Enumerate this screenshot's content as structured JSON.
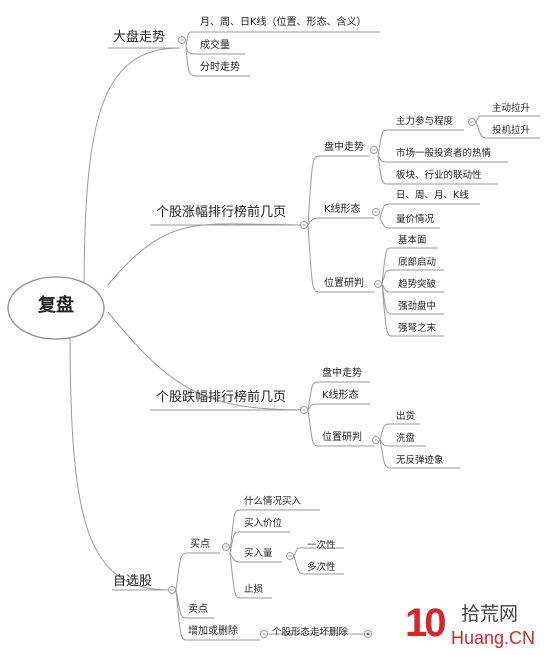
{
  "root": "复盘",
  "branches": {
    "dapan": {
      "label": "大盘走势",
      "items": [
        "月、周、日K线（位置、形态、含义）",
        "成交量",
        "分时走势"
      ]
    },
    "zhang": {
      "label": "个股涨幅排行榜前几页",
      "panzhong": {
        "label": "盘中走势",
        "zhuli": {
          "label": "主力参与程度",
          "items": [
            "主动拉升",
            "投机拉升"
          ]
        },
        "items": [
          "市场一般投资者的热情",
          "板块、行业的联动性"
        ]
      },
      "kxian": {
        "label": "K线形态",
        "items": [
          "日、周、月、K线",
          "量价情况"
        ]
      },
      "weizhi": {
        "label": "位置研判",
        "items": [
          "基本面",
          "底部启动",
          "趋势突破",
          "强劲盘中",
          "强弩之末"
        ]
      }
    },
    "die": {
      "label": "个股跌幅排行榜前几页",
      "items": [
        "盘中走势",
        "K线形态"
      ],
      "weizhi": {
        "label": "位置研判",
        "items": [
          "出货",
          "洗盘",
          "无反弹迹象"
        ]
      }
    },
    "zixuan": {
      "label": "自选股",
      "maidian": {
        "label": "买点",
        "items": [
          "什么情况买入",
          "买入价位"
        ],
        "mairuliang": {
          "label": "买入量",
          "items": [
            "一次性",
            "多次性"
          ]
        },
        "zhisun": "止损"
      },
      "maichu": "卖点",
      "zengjia": {
        "label": "增加或删除",
        "items": [
          "个股形态走坏删除"
        ]
      }
    }
  },
  "watermark": {
    "brand": "拾荒网",
    "mark": "10",
    "domain": "Huang.CN"
  },
  "colors": {
    "line": "#9a9a9a",
    "watermark_red": "#d7262b",
    "text": "#222222"
  }
}
